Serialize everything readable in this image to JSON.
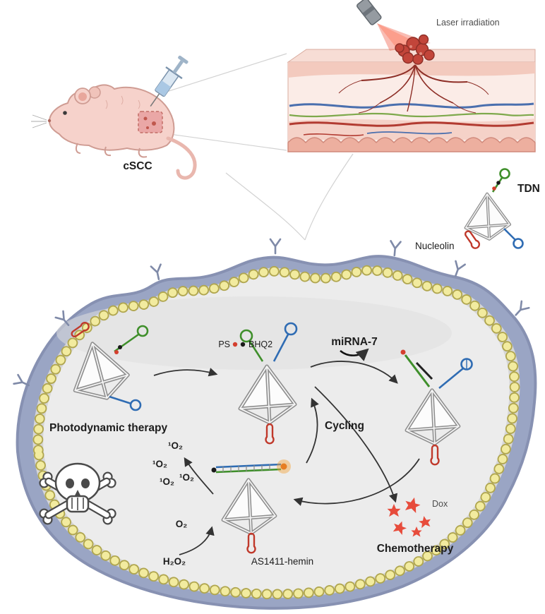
{
  "figure": {
    "labels": {
      "laser_irradiation": "Laser irradiation",
      "cscc": "cSCC",
      "tdn": "TDN",
      "nucleolin": "Nucleolin",
      "ps": "PS",
      "bhq2": "BHQ2",
      "mirna7": "miRNA-7",
      "cycling": "Cycling",
      "photodynamic_therapy": "Photodynamic therapy",
      "singlet_oxygen": "¹O₂",
      "oxygen": "O₂",
      "hydrogen_peroxide": "H₂O₂",
      "as1411_hemin": "AS1411-hemin",
      "dox": "Dox",
      "chemotherapy": "Chemotherapy"
    },
    "colors": {
      "membrane_blue": "#9aa5c4",
      "membrane_edge": "#8791b2",
      "bead_yellow": "#f2eb9f",
      "bead_outline": "#b0a64f",
      "cytoplasm_gray": "#ececec",
      "dna_green": "#3f8f2b",
      "dna_blue": "#2f6cb3",
      "dna_red": "#c0392b",
      "star_red": "#e74c3c",
      "beam_red": "#f0604a",
      "mouse_pink": "#f6d2cb",
      "skin_pink": "#fbece7",
      "vessel_dark_red": "#8e2f27",
      "vessel_blue": "#4a6fae",
      "vessel_green": "#7ea94c"
    }
  }
}
